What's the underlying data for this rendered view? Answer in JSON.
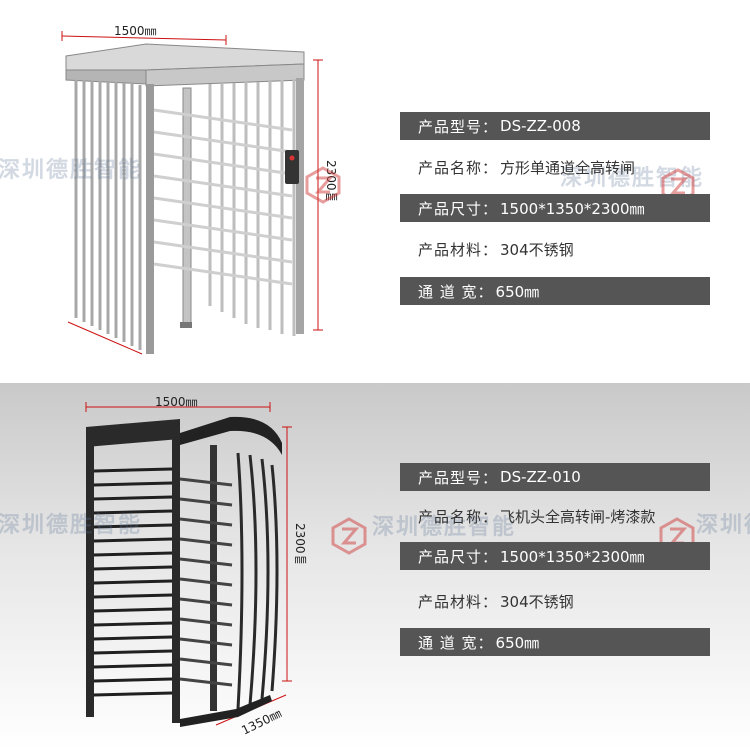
{
  "watermark": {
    "text": "深圳德胜智能"
  },
  "product1": {
    "dims": {
      "width": "1500㎜",
      "height": "2300㎜"
    },
    "specs": [
      {
        "label": "产品型号：",
        "value": "DS-ZZ-008",
        "style": "dark"
      },
      {
        "label": "产品名称：",
        "value": "方形单通道全高转闸",
        "style": "light"
      },
      {
        "label": "产品尺寸：",
        "value": "1500*1350*2300㎜",
        "style": "dark"
      },
      {
        "label": "产品材料：",
        "value": "304不锈钢",
        "style": "light"
      },
      {
        "label": "通 道 宽：",
        "value": "650㎜",
        "style": "dark"
      }
    ]
  },
  "product2": {
    "dims": {
      "width": "1500㎜",
      "height": "2300㎜",
      "depth": "1350㎜"
    },
    "specs": [
      {
        "label": "产品型号：",
        "value": "DS-ZZ-010",
        "style": "dark"
      },
      {
        "label": "产品名称：",
        "value": "飞机头全高转闸-烤漆款",
        "style": "light"
      },
      {
        "label": "产品尺寸：",
        "value": "1500*1350*2300㎜",
        "style": "dark"
      },
      {
        "label": "产品材料：",
        "value": "304不锈钢",
        "style": "light"
      },
      {
        "label": "通 道 宽：",
        "value": "650㎜",
        "style": "dark"
      }
    ]
  },
  "colors": {
    "spec_dark_bg": "#555555",
    "dim_line": "#cc1111",
    "steel": "#b9b9b9",
    "frame_dark": "#2a2a2a"
  }
}
